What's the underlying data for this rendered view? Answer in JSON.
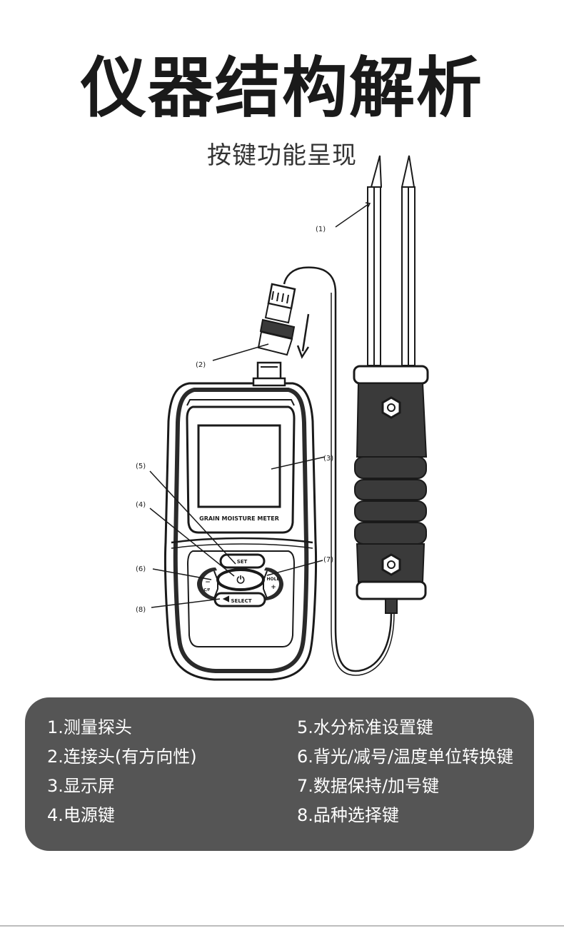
{
  "header": {
    "title": "仪器结构解析",
    "subtitle": "按键功能呈现"
  },
  "device": {
    "screen_label": "GRAIN MOISTURE METER",
    "buttons": {
      "set": "SET",
      "select": "SELECT",
      "hold": "HOLD",
      "plus": "+",
      "minus": "−",
      "c_f": "C/F",
      "power": "⏻"
    }
  },
  "callouts": [
    "(1)",
    "(2)",
    "(3)",
    "(4)",
    "(5)",
    "(6)",
    "(7)",
    "(8)"
  ],
  "legend": {
    "left": [
      "1.测量探头",
      "2.连接头(有方向性)",
      "3.显示屏",
      "4.电源键"
    ],
    "right": [
      "5.水分标准设置键",
      "6.背光/减号/温度单位转换键",
      "7.数据保持/加号键",
      "8.品种选择键"
    ]
  },
  "colors": {
    "legend_bg": "#555555",
    "legend_text": "#ffffff",
    "line": "#1a1a1a"
  }
}
